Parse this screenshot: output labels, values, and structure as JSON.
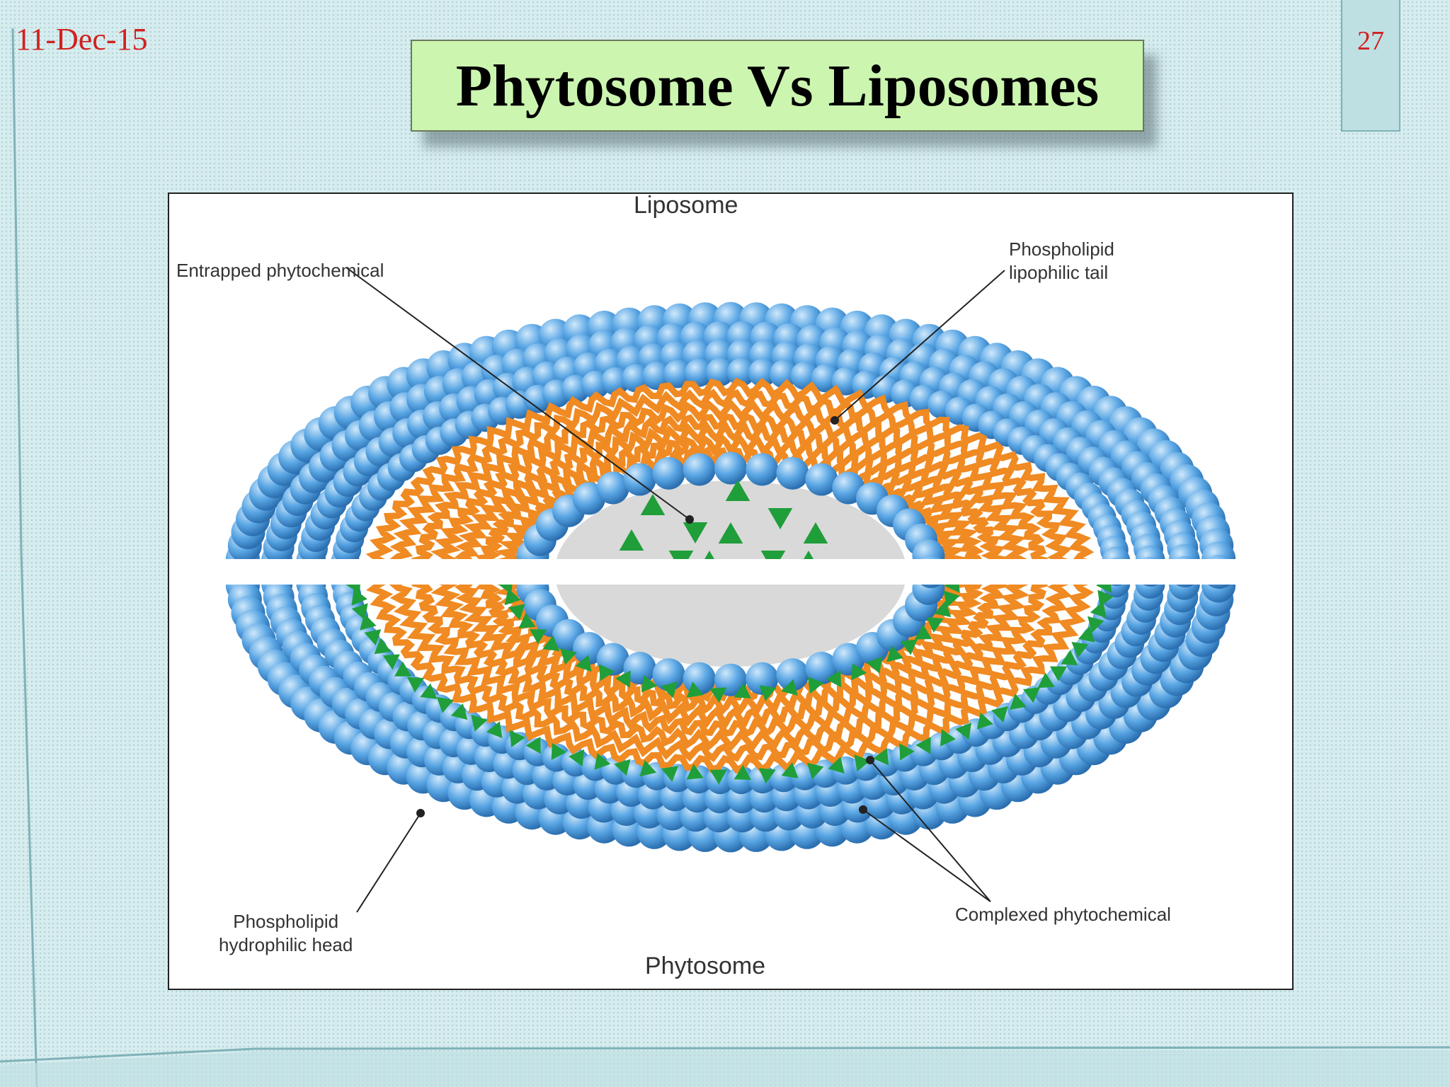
{
  "slide": {
    "date": "11-Dec-15",
    "page_number": "27",
    "title": "Phytosome Vs Liposomes"
  },
  "diagram": {
    "top_label": "Liposome",
    "bottom_label": "Phytosome",
    "entrapped": "Entrapped phytochemical",
    "tail_line1": "Phospholipid",
    "tail_line2": "lipophilic tail",
    "head_line1": "Phospholipid",
    "head_line2": "hydrophilic head",
    "complexed": "Complexed phytochemical"
  },
  "colors": {
    "head_blue": "#5aa6e4",
    "tail_orange": "#f08a22",
    "phytochemical_green": "#1f9e3a",
    "core_grey": "#d9d9d9",
    "accent_red": "#d22020"
  }
}
